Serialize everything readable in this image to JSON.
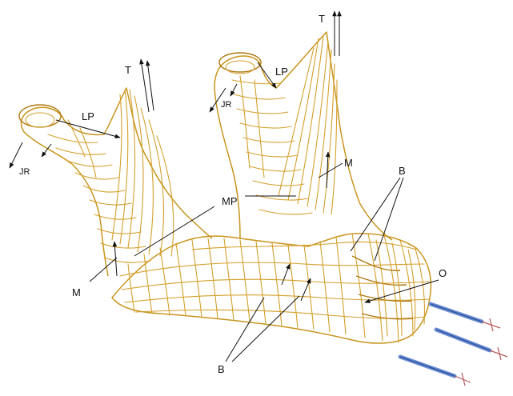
{
  "labels": {
    "t_left": "T",
    "t_right": "T",
    "lp_left": "LP",
    "lp_right": "LP",
    "jr_left": "JR",
    "jr_right": "JR",
    "m_left": "M",
    "m_right": "M",
    "mp": "MP",
    "b_top": "B",
    "b_bottom": "B",
    "o": "O"
  },
  "colors": {
    "mesh": "#d4a02c",
    "force_rods": "#2d55a8",
    "arrows": "#111111"
  }
}
